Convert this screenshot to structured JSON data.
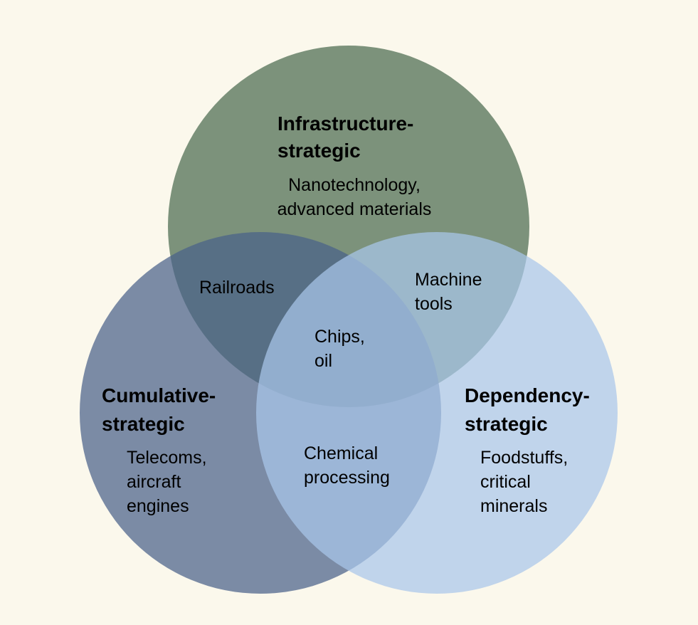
{
  "diagram": {
    "sets": {
      "infrastructure": {
        "title": [
          "Infrastructure-",
          "strategic"
        ],
        "examples": [
          "Nanotechnology,",
          "advanced materials"
        ],
        "color": "#5f7b62"
      },
      "cumulative": {
        "title": [
          "Cumulative-",
          "strategic"
        ],
        "examples": [
          "Telecoms,",
          "aircraft",
          "engines"
        ],
        "color": "#4a6189"
      },
      "dependency": {
        "title": [
          "Dependency-",
          "strategic"
        ],
        "examples": [
          "Foodstuffs,",
          "critical",
          "minerals"
        ],
        "color": "#a9c6ea"
      }
    },
    "overlaps": {
      "infrastructure_cumulative": [
        "Railroads"
      ],
      "infrastructure_dependency": [
        "Machine",
        "tools"
      ],
      "cumulative_dependency": [
        "Chemical",
        "processing"
      ],
      "all_three": [
        "Chips,",
        "oil"
      ]
    }
  }
}
